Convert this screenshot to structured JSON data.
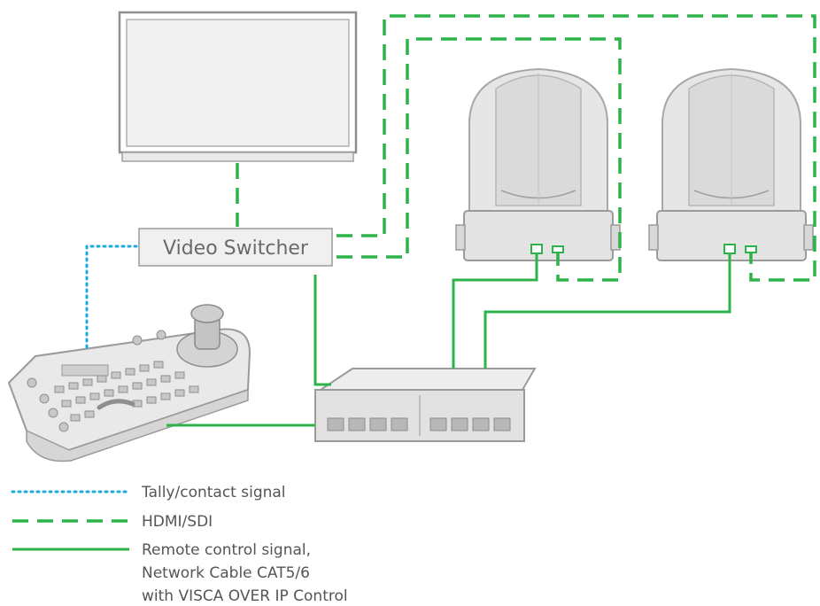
{
  "diagram": {
    "switcher_label": "Video Switcher",
    "legend": [
      {
        "key": "tally",
        "text": "Tally/contact signal"
      },
      {
        "key": "hdmi",
        "text": "HDMI/SDI"
      },
      {
        "key": "remote",
        "text": "Remote control signal,",
        "text2": "Network Cable CAT5/6",
        "text3": "with VISCA OVER IP Control"
      }
    ],
    "colors": {
      "tally": "#1fa9dc",
      "hdmi": "#2db34a",
      "remote": "#2db34a",
      "device_stroke": "#9a9a9a",
      "device_fill": "#ececec"
    }
  }
}
